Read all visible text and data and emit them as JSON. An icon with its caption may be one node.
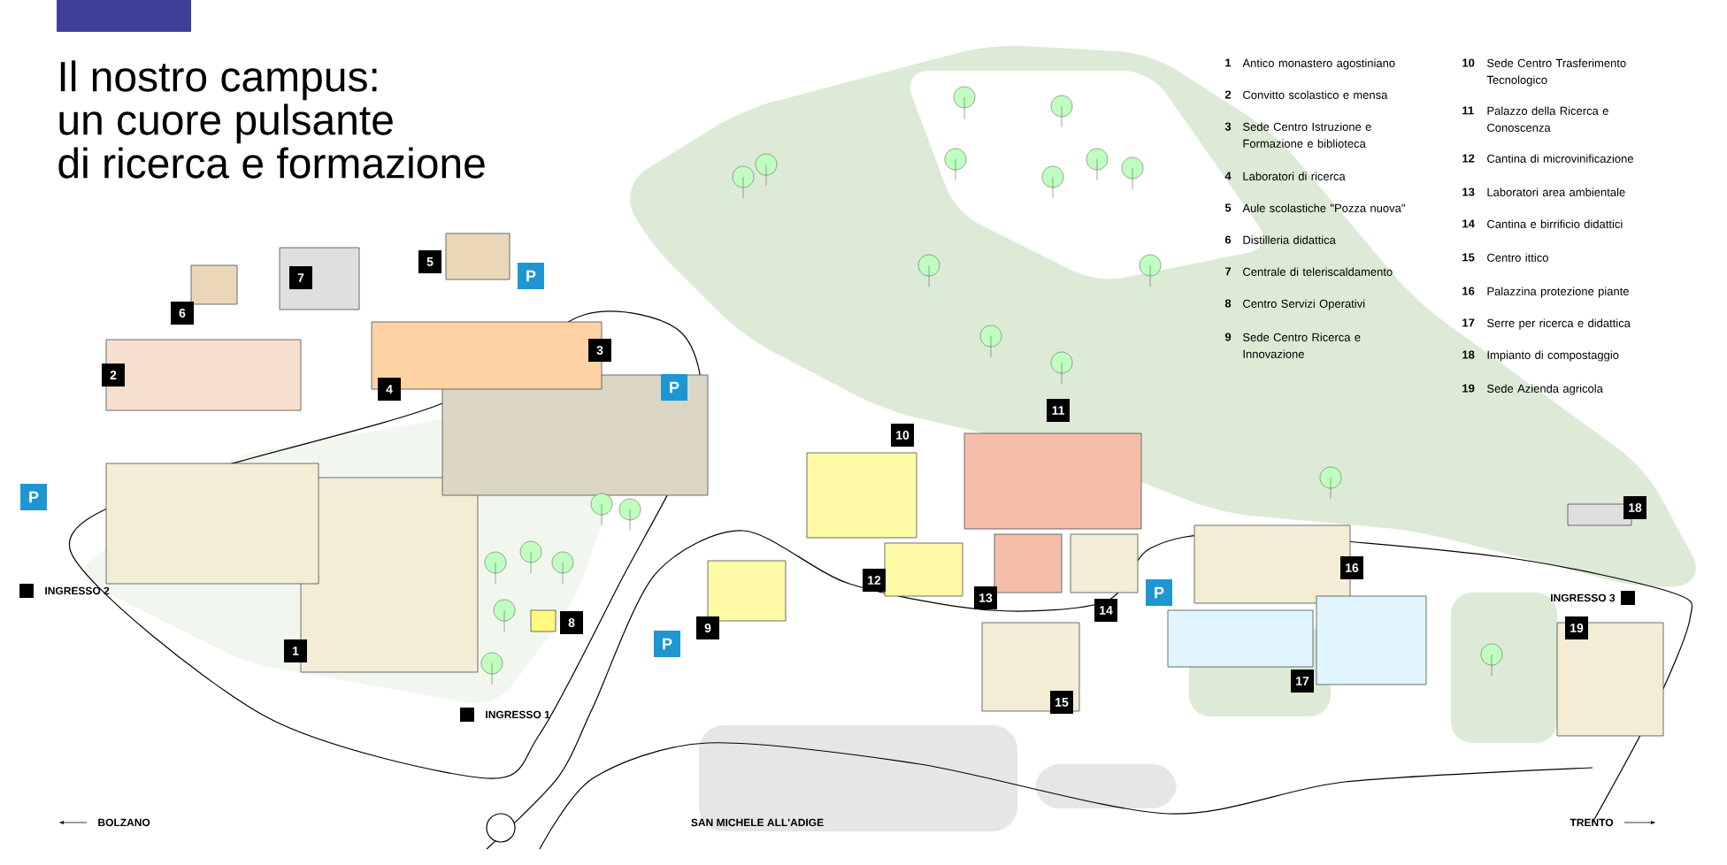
{
  "diagram": {
    "title": "Il nostro campus: un cuore pulsante di ricerca e formazione",
    "labels": [
      "7",
      "5",
      "P",
      "6",
      "2",
      "4",
      "3",
      "P",
      "10",
      "11",
      "P",
      "18",
      "INGRESSO 2",
      "12",
      "13",
      "P",
      "16",
      "INGRESSO 3",
      "1",
      "8",
      "P",
      "9",
      "14",
      "19",
      "INGRESSO 1",
      "15",
      "17",
      "BOLZANO",
      "SAN MICHELE ALL'ADIGE",
      "TRENTO",
      "1",
      "Antico monastero agostiniano",
      "2",
      "Convitto scolastico e mensa",
      "3",
      "Sede Centro Istruzione e Formazione e biblioteca",
      "4",
      "Laboratori di ricerca",
      "5",
      "Aule scolastiche \"Pozza nuova\"",
      "6",
      "Distilleria didattica",
      "7",
      "Centrale di teleriscaldamento",
      "8",
      "Centro Servizi Operativi",
      "9",
      "Sede Centro Ricerca e Innovazione",
      "10",
      "Sede Centro Trasferimento Tecnologico",
      "11",
      "Palazzo della Ricerca e Conoscenza",
      "12",
      "Cantina di microvinificazione",
      "13",
      "Laboratori area ambientale",
      "14",
      "Cantina e birrificio didattici",
      "15",
      "Centro ittico",
      "16",
      "Palazzina protezione piante",
      "17",
      "Serre per ricerca e didattica",
      "18",
      "Impianto di compostaggio",
      "19",
      "Sede Azienda agricola"
    ]
  }
}
